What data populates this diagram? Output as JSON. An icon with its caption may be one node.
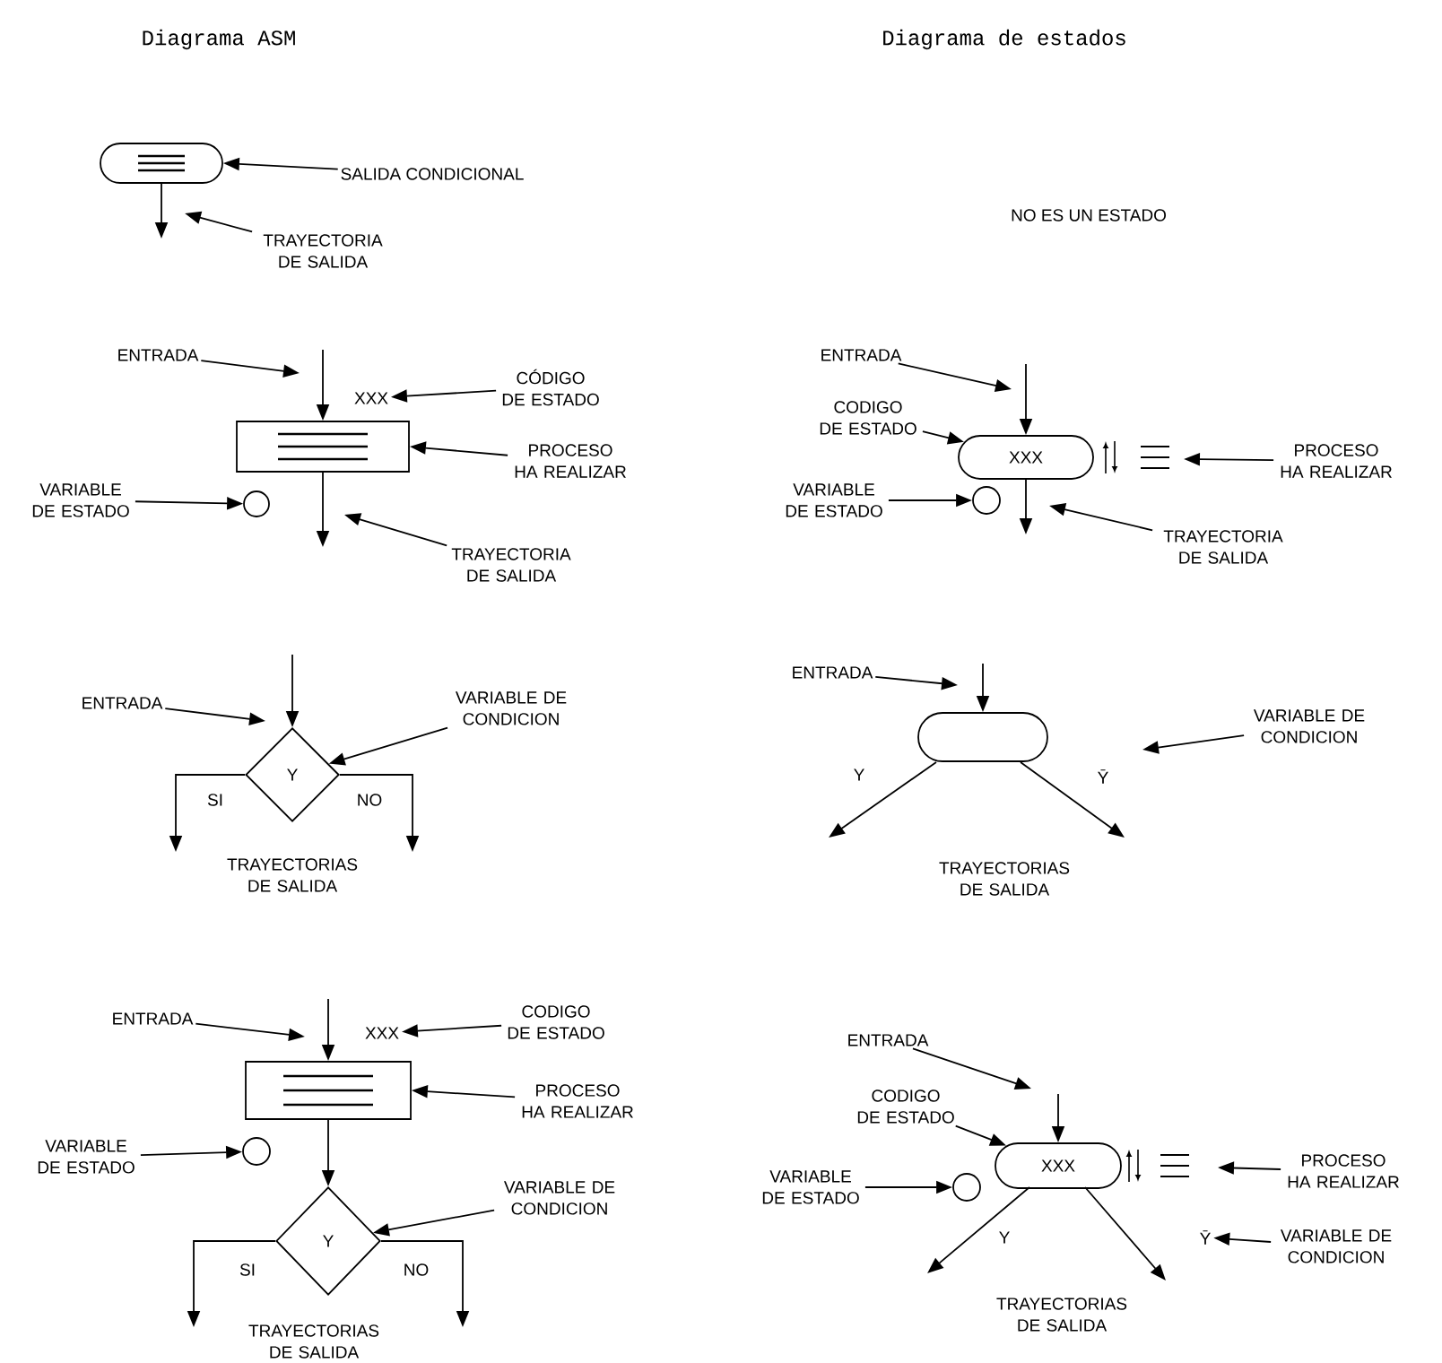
{
  "diagram": {
    "nodes": [
      {
        "text": [],
        "shape": "oval"
      },
      {
        "text": [
          "SALIDA CONDICIONAL"
        ]
      },
      {
        "text": [
          "TRAYECTORIA DE SALIDA"
        ]
      },
      {
        "text": [
          "ENTRADA"
        ]
      },
      {
        "text": [
          "XXX"
        ]
      },
      {
        "text": [
          "CÓDIGO DE ESTADO"
        ]
      },
      {
        "text": [],
        "shape": "box"
      },
      {
        "text": [
          "PROCESO HA REALIZAR"
        ]
      },
      {
        "text": [
          "VARIABLE DE ESTADO"
        ]
      },
      {
        "text": [],
        "shape": "circle"
      },
      {
        "text": [
          "TRAYECTORIA DE SALIDA"
        ]
      },
      {
        "text": [
          "ENTRADA"
        ]
      },
      {
        "text": [
          "Y"
        ]
      },
      {
        "text": [
          "VARIABLE DE CONDICION"
        ]
      },
      {
        "text": [
          "ENTRADA"
        ]
      },
      {
        "text": [
          "XXX"
        ]
      },
      {
        "text": [
          "CODIGO DE ESTADO"
        ]
      },
      {
        "text": [],
        "shape": "box"
      },
      {
        "text": [
          "PROCESO HA REALIZAR"
        ]
      },
      {
        "text": [
          "VARIABLE DE ESTADO"
        ]
      },
      {
        "text": [],
        "shape": "circle"
      },
      {
        "text": [
          "Y"
        ]
      },
      {
        "text": [
          "VARIABLE DE CONDICION"
        ]
      },
      {
        "text": [
          "ENTRADA"
        ]
      },
      {
        "text": [
          "CODIGO DE ESTADO"
        ]
      },
      {
        "text": [
          "XXX"
        ]
      },
      {
        "text": [
          "PROCESO HA REALIZAR"
        ]
      },
      {
        "text": [
          "VARIABLE DE ESTADO"
        ]
      },
      {
        "text": [],
        "shape": "circle"
      },
      {
        "text": [
          "TRAYECTORIA DE SALIDA"
        ]
      },
      {
        "text": [
          "ENTRADA"
        ]
      },
      {
        "text": [],
        "shape": "oval"
      },
      {
        "text": [
          "VARIABLE DE CONDICION"
        ]
      },
      {
        "text": [
          "ENTRADA"
        ]
      },
      {
        "text": [
          "CODIGO DE ESTADO"
        ]
      },
      {
        "text": [
          "XXX"
        ]
      },
      {
        "text": [
          "PROCESO HA REALIZAR"
        ]
      },
      {
        "text": [
          "VARIABLE DE ESTADO"
        ]
      },
      {
        "text": [],
        "shape": "circle"
      },
      {
        "text": [
          "Ȳ"
        ]
      },
      {
        "text": [
          "VARIABLE DE CONDICION"
        ]
      }
    ],
    "edges": [
      {
        "from": 1,
        "to": 0,
        "arrow": "to"
      },
      {
        "from": 0,
        "to": null,
        "arrow": "to"
      },
      {
        "from": 2,
        "to": null,
        "arrow": "to"
      },
      {
        "from": 3,
        "to": null,
        "arrow": "to"
      },
      {
        "from": null,
        "to": 6,
        "arrow": "to"
      },
      {
        "from": 5,
        "to": 4,
        "arrow": "to"
      },
      {
        "from": 7,
        "to": 6,
        "arrow": "to"
      },
      {
        "from": 8,
        "to": 9,
        "arrow": "to"
      },
      {
        "from": 6,
        "to": null,
        "arrow": "to"
      },
      {
        "from": 10,
        "to": null,
        "arrow": "to"
      },
      {
        "from": 11,
        "to": null,
        "arrow": "to"
      },
      {
        "from": null,
        "to": 12,
        "arrow": "to"
      },
      {
        "from": 13,
        "to": 12,
        "arrow": "to"
      },
      {
        "from": 12,
        "to": null,
        "arrow": "to",
        "label": "SI"
      },
      {
        "from": 12,
        "to": null,
        "arrow": "to",
        "label": "NO"
      },
      {
        "from": 14,
        "to": null,
        "arrow": "to"
      },
      {
        "from": null,
        "to": 17,
        "arrow": "to"
      },
      {
        "from": 16,
        "to": 15,
        "arrow": "to"
      },
      {
        "from": 18,
        "to": 17,
        "arrow": "to"
      },
      {
        "from": 19,
        "to": 20,
        "arrow": "to"
      },
      {
        "from": 17,
        "to": 21,
        "arrow": "to"
      },
      {
        "from": 22,
        "to": 21,
        "arrow": "to"
      },
      {
        "from": 21,
        "to": null,
        "arrow": "to",
        "label": "SI"
      },
      {
        "from": 21,
        "to": null,
        "arrow": "to",
        "label": "NO"
      },
      {
        "from": 23,
        "to": null,
        "arrow": "to"
      },
      {
        "from": null,
        "to": 25,
        "arrow": "to"
      },
      {
        "from": 24,
        "to": 25,
        "arrow": "to"
      },
      {
        "from": 26,
        "to": null,
        "arrow": "to"
      },
      {
        "from": 27,
        "to": 28,
        "arrow": "to"
      },
      {
        "from": 25,
        "to": null,
        "arrow": "to"
      },
      {
        "from": 29,
        "to": null,
        "arrow": "to"
      },
      {
        "from": 30,
        "to": null,
        "arrow": "to"
      },
      {
        "from": null,
        "to": 31,
        "arrow": "to"
      },
      {
        "from": 31,
        "to": null,
        "arrow": "to",
        "label": "Y"
      },
      {
        "from": 31,
        "to": null,
        "arrow": "to",
        "label": "Ȳ"
      },
      {
        "from": 32,
        "to": null,
        "arrow": "to"
      },
      {
        "from": 33,
        "to": null,
        "arrow": "to"
      },
      {
        "from": null,
        "to": 35,
        "arrow": "to"
      },
      {
        "from": 34,
        "to": 35,
        "arrow": "to"
      },
      {
        "from": 36,
        "to": null,
        "arrow": "to"
      },
      {
        "from": 37,
        "to": 38,
        "arrow": "to"
      },
      {
        "from": 40,
        "to": 39,
        "arrow": "to"
      },
      {
        "from": 35,
        "to": null,
        "arrow": "to",
        "label": "Y"
      },
      {
        "from": 35,
        "to": null,
        "arrow": "to"
      }
    ],
    "labels": [
      "Diagrama ASM",
      "Diagrama de estados",
      "NO ES UN ESTADO",
      "TRAYECTORIAS DE SALIDA",
      "TRAYECTORIAS DE SALIDA",
      "TRAYECTORIAS DE SALIDA",
      "TRAYECTORIAS DE SALIDA"
    ]
  }
}
